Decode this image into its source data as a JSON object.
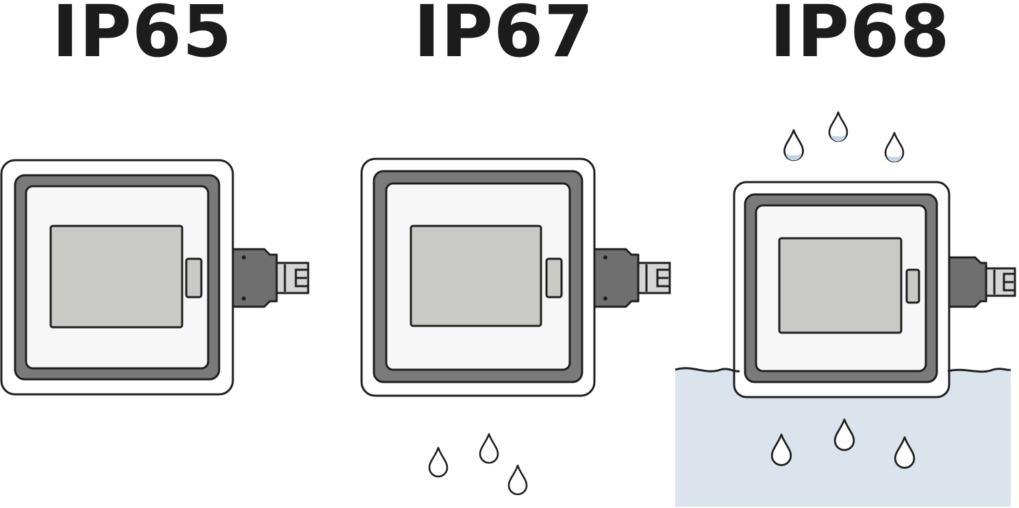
{
  "ratings": [
    {
      "label": "IP65"
    },
    {
      "label": "IP67"
    },
    {
      "label": "IP68"
    }
  ],
  "colors": {
    "outline": "#1e1e1e",
    "gasket": "#7a7a7a",
    "window": "#c9c9c5",
    "connector": "#6f6f6f",
    "water": "#dbe3ec",
    "drop_fill": "#c4d4e4"
  }
}
